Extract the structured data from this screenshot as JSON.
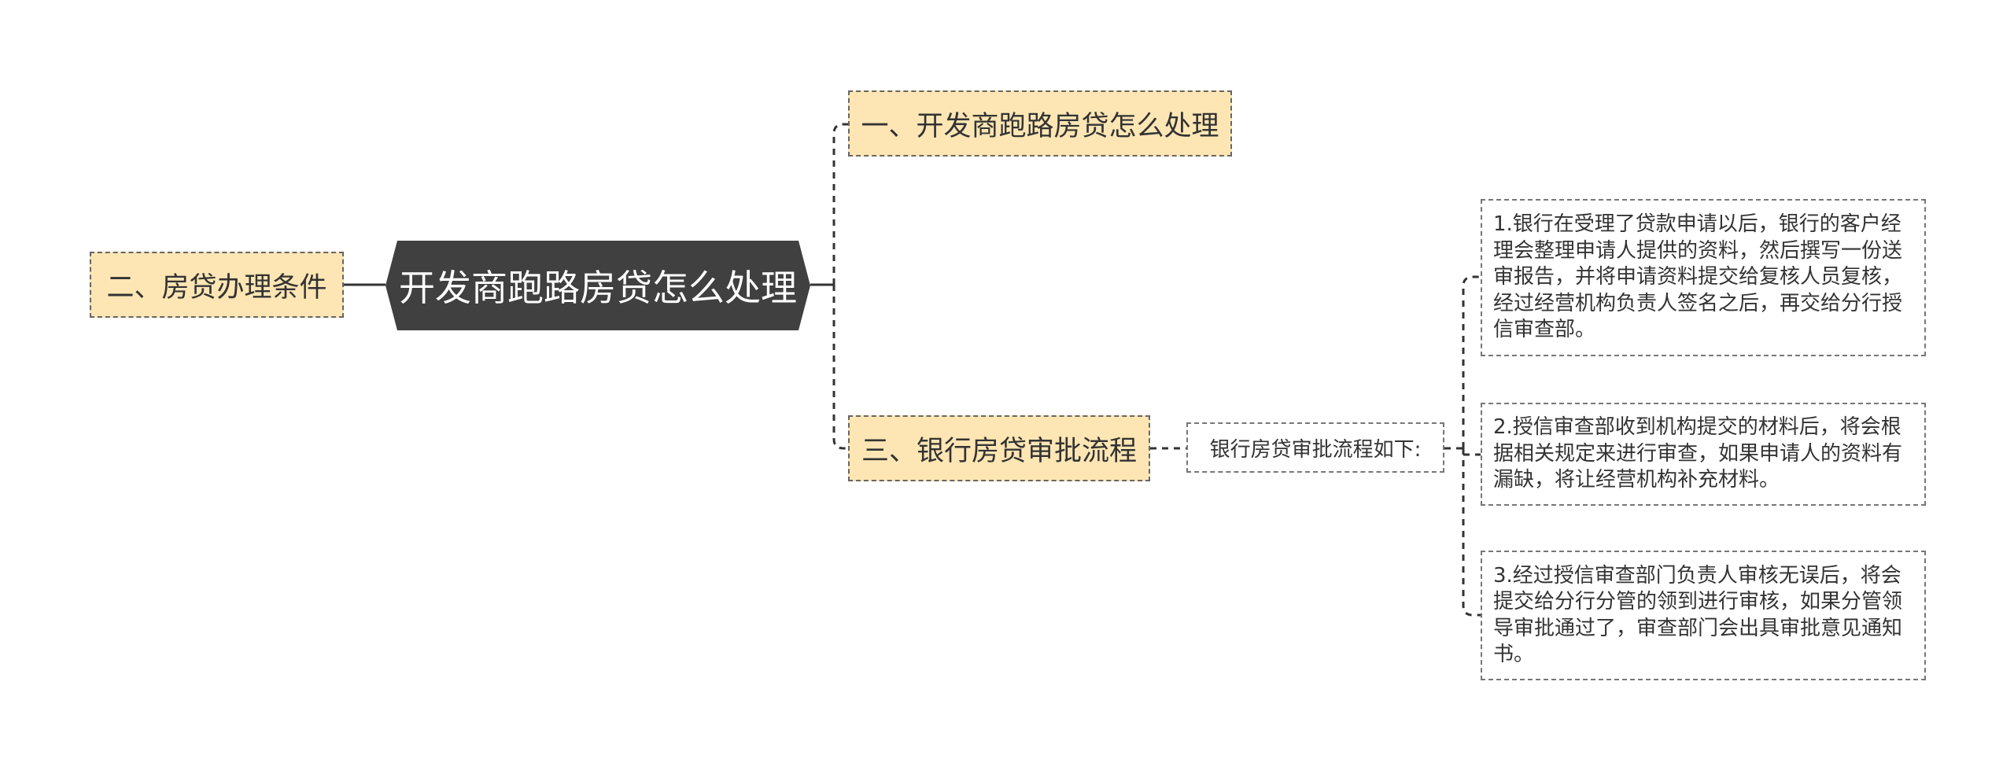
{
  "root": {
    "label": "开发商跑路房贷怎么处理",
    "fill": "#404040"
  },
  "branches": {
    "left": {
      "label": "二、房贷办理条件"
    },
    "right": [
      {
        "label": "一、开发商跑路房贷怎么处理"
      },
      {
        "label": "三、银行房贷审批流程",
        "child": {
          "label": "银行房贷审批流程如下:",
          "details": [
            "1.银行在受理了贷款申请以后，银行的客户经理会整理申请人提供的资料，然后撰写一份送审报告，并将申请资料提交给复核人员复核，经过经营机构负责人签名之后，再交给分行授信审查部。",
            "2.授信审查部收到机构提交的材料后，将会根据相关规定来进行审查，如果申请人的资料有漏缺，将让经营机构补充材料。",
            "3.经过授信审查部门负责人审核无误后，将会提交给分行分管的领到进行审核，如果分管领导审批通过了，审查部门会出具审批意见通知书。"
          ]
        }
      }
    ]
  },
  "colors": {
    "topic_fill": "#fde6b4",
    "connector": "#333333",
    "dashed_border": "#666666"
  }
}
